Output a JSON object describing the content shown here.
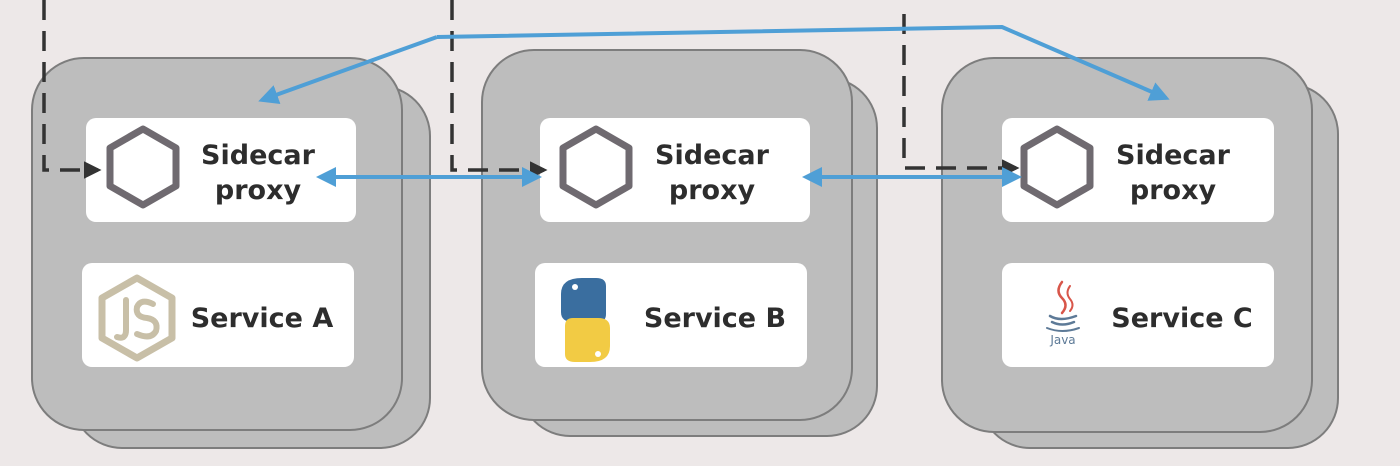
{
  "diagram": {
    "pods": [
      {
        "sidecar": {
          "line1": "Sidecar",
          "line2": "proxy"
        },
        "service": {
          "label": "Service A",
          "icon": "nodejs-icon"
        }
      },
      {
        "sidecar": {
          "line1": "Sidecar",
          "line2": "proxy"
        },
        "service": {
          "label": "Service B",
          "icon": "python-icon"
        }
      },
      {
        "sidecar": {
          "line1": "Sidecar",
          "line2": "proxy"
        },
        "service": {
          "label": "Service C",
          "icon": "java-icon"
        }
      }
    ],
    "java_logo_text": "Java",
    "colors": {
      "background": "#ede8e8",
      "pod": "#bdbdbd",
      "pod_border": "#7d7d7d",
      "card": "#ffffff",
      "hexagon": "#6f6a70",
      "blue_arrow": "#4f9fd6",
      "dashed_arrow": "#333333"
    }
  }
}
